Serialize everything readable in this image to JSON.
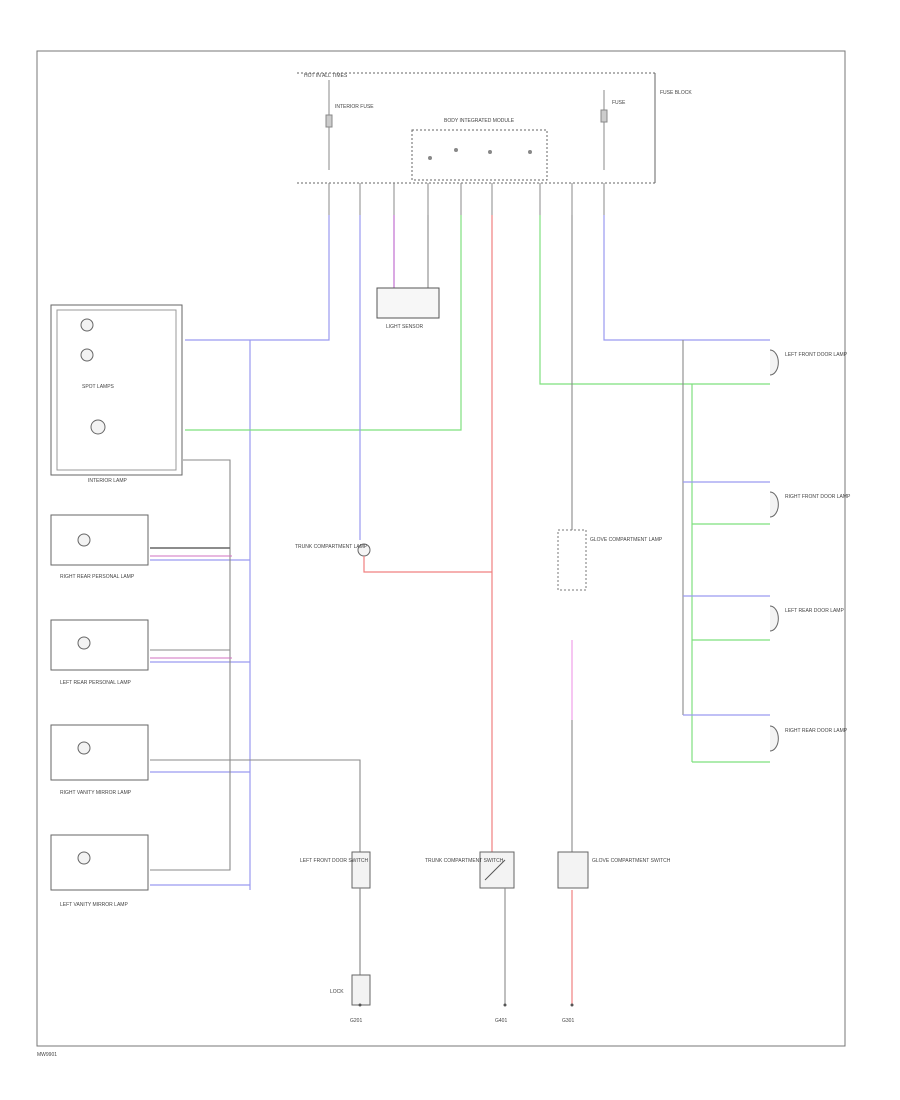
{
  "diagram": {
    "labels": {
      "hot_top": "HOT IN ALL TIMES",
      "fuse_left": "INTERIOR FUSE",
      "fuse_right": "FUSE",
      "module": "BODY INTEGRATED MODULE",
      "fuse_box": "FUSE BLOCK",
      "sensor": "LIGHT SENSOR",
      "spot_lamps": "SPOT LAMPS",
      "interior_lamp": "INTERIOR LAMP",
      "right_rear_lamp": "RIGHT REAR PERSONAL LAMP",
      "left_rear_lamp": "LEFT REAR PERSONAL LAMP",
      "right_vanity": "RIGHT VANITY MIRROR LAMP",
      "left_vanity": "LEFT VANITY MIRROR LAMP",
      "trunk_lamp": "TRUNK COMPARTMENT LAMP",
      "glove_lamp": "GLOVE COMPARTMENT LAMP",
      "left_front_door": "LEFT FRONT DOOR LAMP",
      "right_front_door": "RIGHT FRONT DOOR LAMP",
      "left_rear_door": "LEFT REAR DOOR LAMP",
      "right_rear_door": "RIGHT REAR DOOR LAMP",
      "left_switch": "LEFT FRONT DOOR SWITCH",
      "trunk_switch": "TRUNK COMPARTMENT SWITCH",
      "glove_switch": "GLOVE COMPARTMENT SWITCH",
      "ground_left": "G201",
      "ground_mid": "G401",
      "ground_right": "G301",
      "lock": "LOCK",
      "footer": "MW9901"
    },
    "wire_colors": {
      "blue": "#9a9af0",
      "green": "#7ee07e",
      "red": "#f08080",
      "pink": "#f0a0e8",
      "gray": "#8a8a8a",
      "dark": "#555555",
      "frame": "#777777"
    }
  }
}
